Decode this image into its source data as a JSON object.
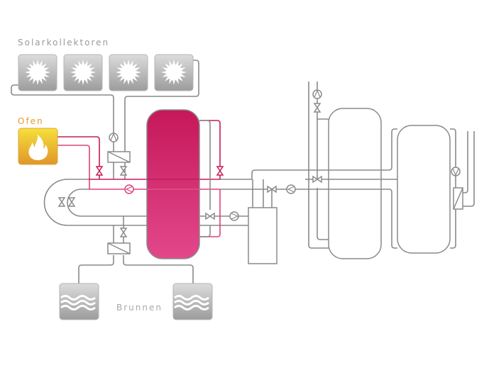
{
  "labels": {
    "solar": "Solarkollektoren",
    "oven": "Ofen",
    "well": "Brunnen"
  },
  "colors": {
    "pipe_gray": "#8a8a8a",
    "pipe_pink": "#e0407f",
    "pipe_dark_pink": "#c81b5a",
    "tank_top": "#c5185a",
    "tank_bottom": "#e2488b",
    "oven_label": "#e39b2e",
    "text_gray": "#9a9a9a"
  },
  "icons": {
    "solar_panel": "sun-icon",
    "oven": "flame-icon",
    "well": "water-waves-icon",
    "pump": "pump-icon",
    "valve": "valve-icon",
    "heat_exchanger": "heat-exchanger-icon"
  }
}
